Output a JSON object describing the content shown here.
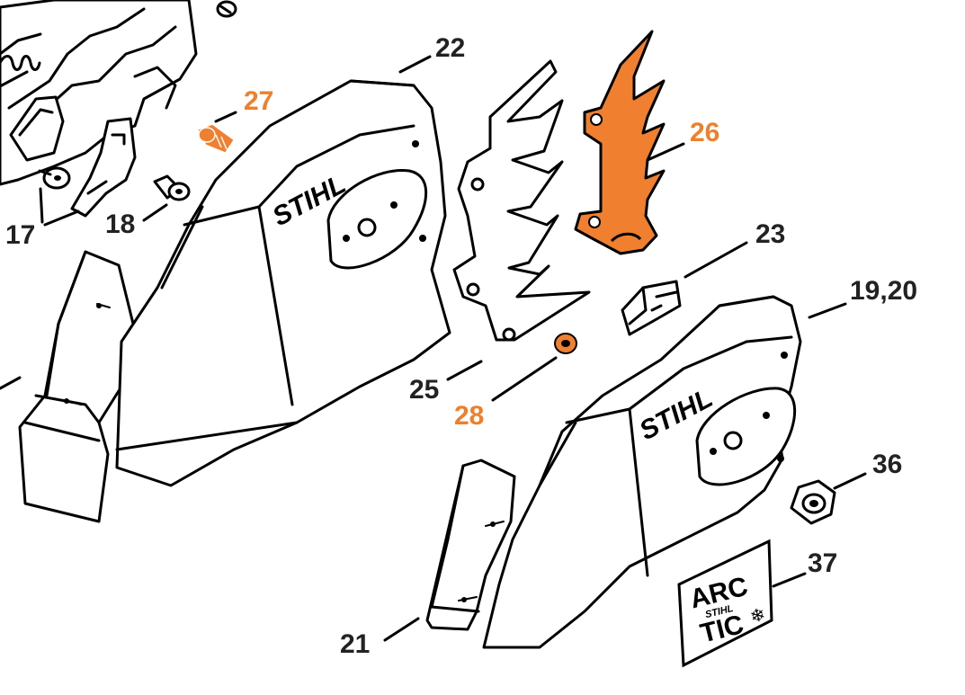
{
  "colors": {
    "line": "#000000",
    "highlight": "#f08030",
    "label_default": "#222222",
    "label_highlight": "#f07f2b"
  },
  "callouts": [
    {
      "id": "17",
      "label": "17",
      "highlighted": false
    },
    {
      "id": "18",
      "label": "18",
      "highlighted": false
    },
    {
      "id": "19-20",
      "label": "19,20",
      "highlighted": false
    },
    {
      "id": "21",
      "label": "21",
      "highlighted": false
    },
    {
      "id": "22",
      "label": "22",
      "highlighted": false
    },
    {
      "id": "23",
      "label": "23",
      "highlighted": false
    },
    {
      "id": "25",
      "label": "25",
      "highlighted": false
    },
    {
      "id": "26",
      "label": "26",
      "highlighted": true
    },
    {
      "id": "27",
      "label": "27",
      "highlighted": true
    },
    {
      "id": "28",
      "label": "28",
      "highlighted": true
    },
    {
      "id": "36",
      "label": "36",
      "highlighted": false
    },
    {
      "id": "37",
      "label": "37",
      "highlighted": false
    }
  ],
  "brand": {
    "cover_logo": "STIHL",
    "decal_line1": "ARC",
    "decal_brand": "STIHL",
    "decal_line2": "TIC"
  }
}
